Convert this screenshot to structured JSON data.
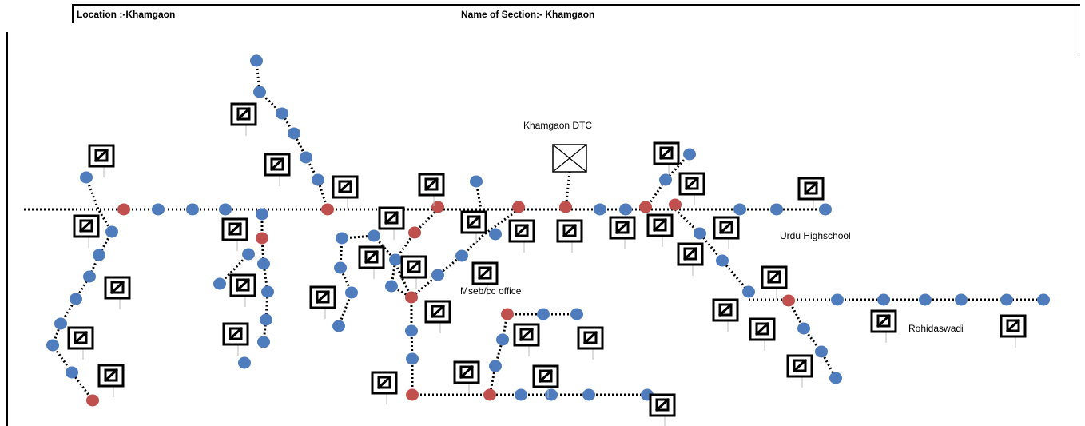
{
  "header": {
    "location": "Location :-Khamgaon",
    "section": "Name of Section:- Khamgaon"
  },
  "colors": {
    "pole": "#4f7cbc",
    "pole_red": "#c0504d",
    "line": "#000000",
    "frame": "#000000"
  },
  "labels": {
    "dtc": "Khamgaon DTC",
    "urdu": "Urdu Highschool",
    "office": "Mseb/cc office",
    "rohidaswadi": "Rohidaswadi"
  },
  "icons": {
    "transformer": "transformer-icon",
    "pole": "pole-icon"
  }
}
